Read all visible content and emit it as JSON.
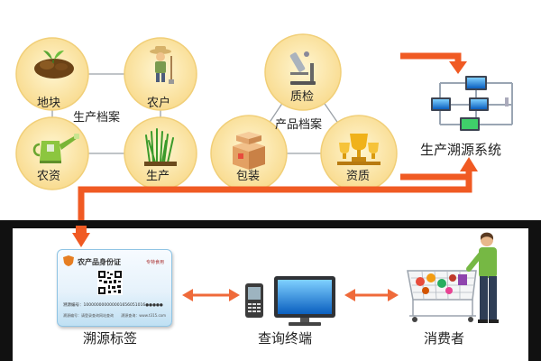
{
  "production_archive": {
    "title": "生产档案",
    "nodes": [
      "地块",
      "农户",
      "农资",
      "生产"
    ]
  },
  "product_archive": {
    "title": "产品档案",
    "nodes": [
      "质检",
      "包装",
      "资质"
    ]
  },
  "trace_system": {
    "label": "生产溯源系统"
  },
  "bottom": {
    "trace_label": {
      "label": "溯源标签"
    },
    "query_terminal": {
      "label": "查询终端"
    },
    "consumer": {
      "label": "消费者"
    }
  },
  "id_card": {
    "title": "农产品身份证",
    "code_line": "溯源编号：100000000000001656051016●●●●●",
    "tag_right": "专特食用",
    "footer_left": "溯源编号：请登录查询网站查询",
    "footer_right": "溯源查询：www.t315.com"
  },
  "colors": {
    "arrow": "#f05a23",
    "circle_fill": "#fbe5a1",
    "circle_stroke": "#f3d27a",
    "archive_link": "#8a8a8a"
  }
}
